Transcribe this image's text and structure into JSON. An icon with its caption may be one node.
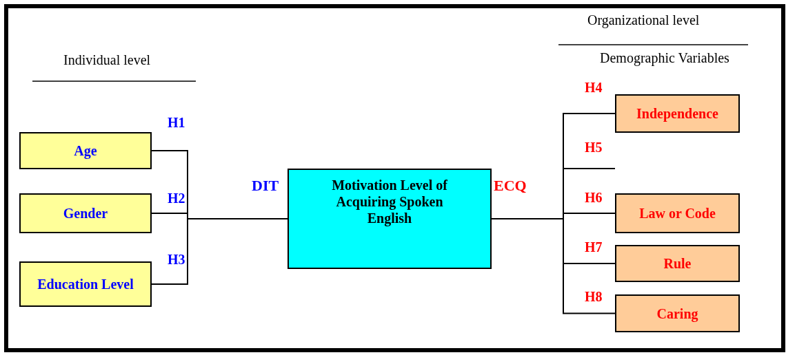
{
  "diagram": {
    "nodes": [
      {
        "text": [
          "Age"
        ]
      },
      {
        "text": [
          "Gender"
        ]
      },
      {
        "text": [
          "Education Level"
        ]
      },
      {
        "text": [
          "Motivation Level of Acquiring Spoken English"
        ]
      },
      {
        "text": [
          "Independence"
        ]
      },
      {
        "text": [
          "Law or Code"
        ]
      },
      {
        "text": [
          "Rule"
        ]
      },
      {
        "text": [
          "Caring"
        ]
      }
    ],
    "edges": [
      {
        "from": 0,
        "to": 3,
        "arrow": "none",
        "label": "H1"
      },
      {
        "from": 1,
        "to": 3,
        "arrow": "none",
        "label": "H2"
      },
      {
        "from": 2,
        "to": 3,
        "arrow": "none",
        "label": "H3"
      },
      {
        "from": 3,
        "to": 4,
        "arrow": "none",
        "label": "H4"
      },
      {
        "from": 3,
        "to": null,
        "arrow": "none",
        "label": "H5"
      },
      {
        "from": 3,
        "to": 5,
        "arrow": "none",
        "label": "H6"
      },
      {
        "from": 3,
        "to": 6,
        "arrow": "none",
        "label": "H7"
      },
      {
        "from": 3,
        "to": 7,
        "arrow": "none",
        "label": "H8"
      }
    ],
    "labels": [
      "Organizational level",
      "Individual level",
      "Demographic Variables",
      "DIT",
      "ECQ"
    ]
  }
}
